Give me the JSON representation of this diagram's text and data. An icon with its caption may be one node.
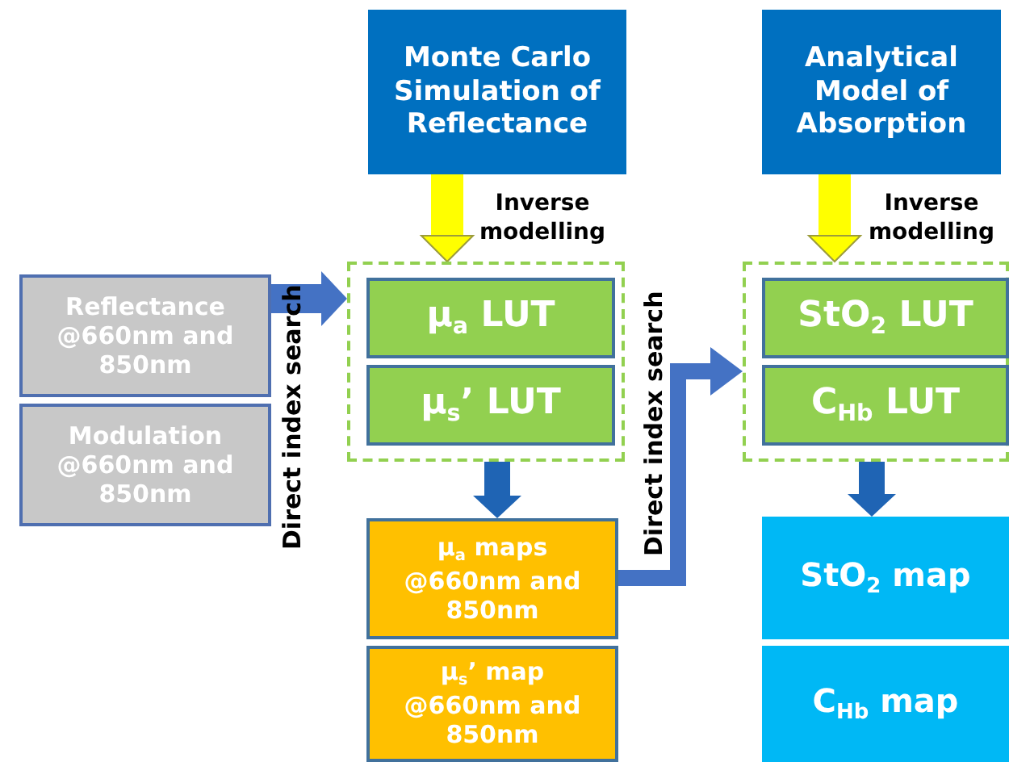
{
  "diagram": {
    "nodes": [
      {
        "text": [
          "Monte Carlo Simulation of Reflectance"
        ]
      },
      {
        "text": [
          "Analytical Model of Absorption"
        ]
      },
      {
        "text": [
          "Reflectance @660nm and 850nm"
        ]
      },
      {
        "text": [
          "Modulation @660nm and 850nm"
        ]
      },
      {
        "text": [],
        "shape": "box"
      },
      {
        "text": [
          "μ$_{a}$ LUT"
        ],
        "in": 4
      },
      {
        "text": [
          "μ$_{s}$’ LUT"
        ],
        "in": 4
      },
      {
        "text": [],
        "shape": "box"
      },
      {
        "text": [
          "StO$_{2}$ LUT"
        ],
        "in": 7
      },
      {
        "text": [
          "C$_{Hb}$ LUT"
        ],
        "in": 7
      },
      {
        "text": [
          "μ$_{a}$ maps @660nm and 850nm"
        ]
      },
      {
        "text": [
          "μ$_{s}$’ map @660nm and 850nm"
        ]
      },
      {
        "text": [
          "StO$_{2}$ map"
        ]
      },
      {
        "text": [
          "C$_{Hb}$ map"
        ]
      }
    ],
    "edges": [
      {
        "from": 0,
        "to": 4,
        "arrow": "to",
        "label": "Inverse modelling",
        "color": "#ffff00"
      },
      {
        "from": 1,
        "to": 7,
        "arrow": "to",
        "label": "Inverse modelling",
        "color": "#ffff00"
      },
      {
        "from": 2,
        "to": 4,
        "arrow": "to",
        "label": "Direct index search",
        "color": "#4472c4"
      },
      {
        "from": 10,
        "to": 7,
        "arrow": "to",
        "label": "Direct index search",
        "color": "#4472c4"
      },
      {
        "from": 4,
        "to": 10,
        "arrow": "to",
        "color": "#1f64b4"
      },
      {
        "from": 7,
        "to": 12,
        "arrow": "to",
        "color": "#1f64b4"
      }
    ]
  }
}
